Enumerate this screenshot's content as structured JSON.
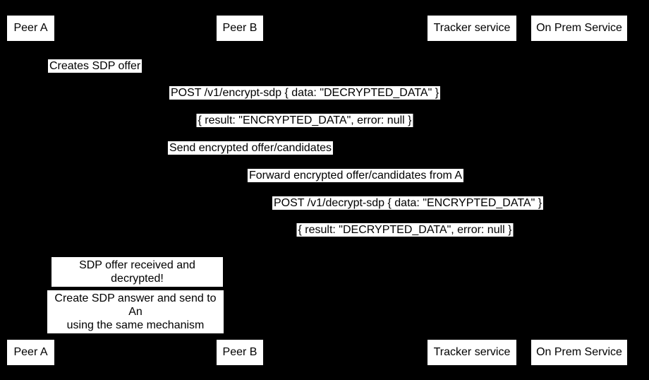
{
  "colors": {
    "background": "#000000",
    "box_fill": "#ffffff",
    "text": "#000000"
  },
  "diagram": {
    "type": "sequence-diagram",
    "actors": [
      {
        "label": "Peer A"
      },
      {
        "label": "Peer B"
      },
      {
        "label": "Tracker service"
      },
      {
        "label": "On Prem Service"
      }
    ],
    "messages": [
      {
        "text": "Creates SDP offer"
      },
      {
        "text": "POST /v1/encrypt-sdp { data: \"DECRYPTED_DATA\" }"
      },
      {
        "text": "{ result: \"ENCRYPTED_DATA\", error: null }"
      },
      {
        "text": "Send encrypted offer/candidates"
      },
      {
        "text": "Forward encrypted offer/candidates from A"
      },
      {
        "text": "POST /v1/decrypt-sdp { data: \"ENCRYPTED_DATA\" }"
      },
      {
        "text": "{ result: \"DECRYPTED_DATA\", error: null }"
      }
    ],
    "notes": [
      {
        "line1": "SDP offer received and decrypted!"
      },
      {
        "line1": "Create SDP answer and send to An",
        "line2": "using the same mechanism"
      }
    ]
  }
}
